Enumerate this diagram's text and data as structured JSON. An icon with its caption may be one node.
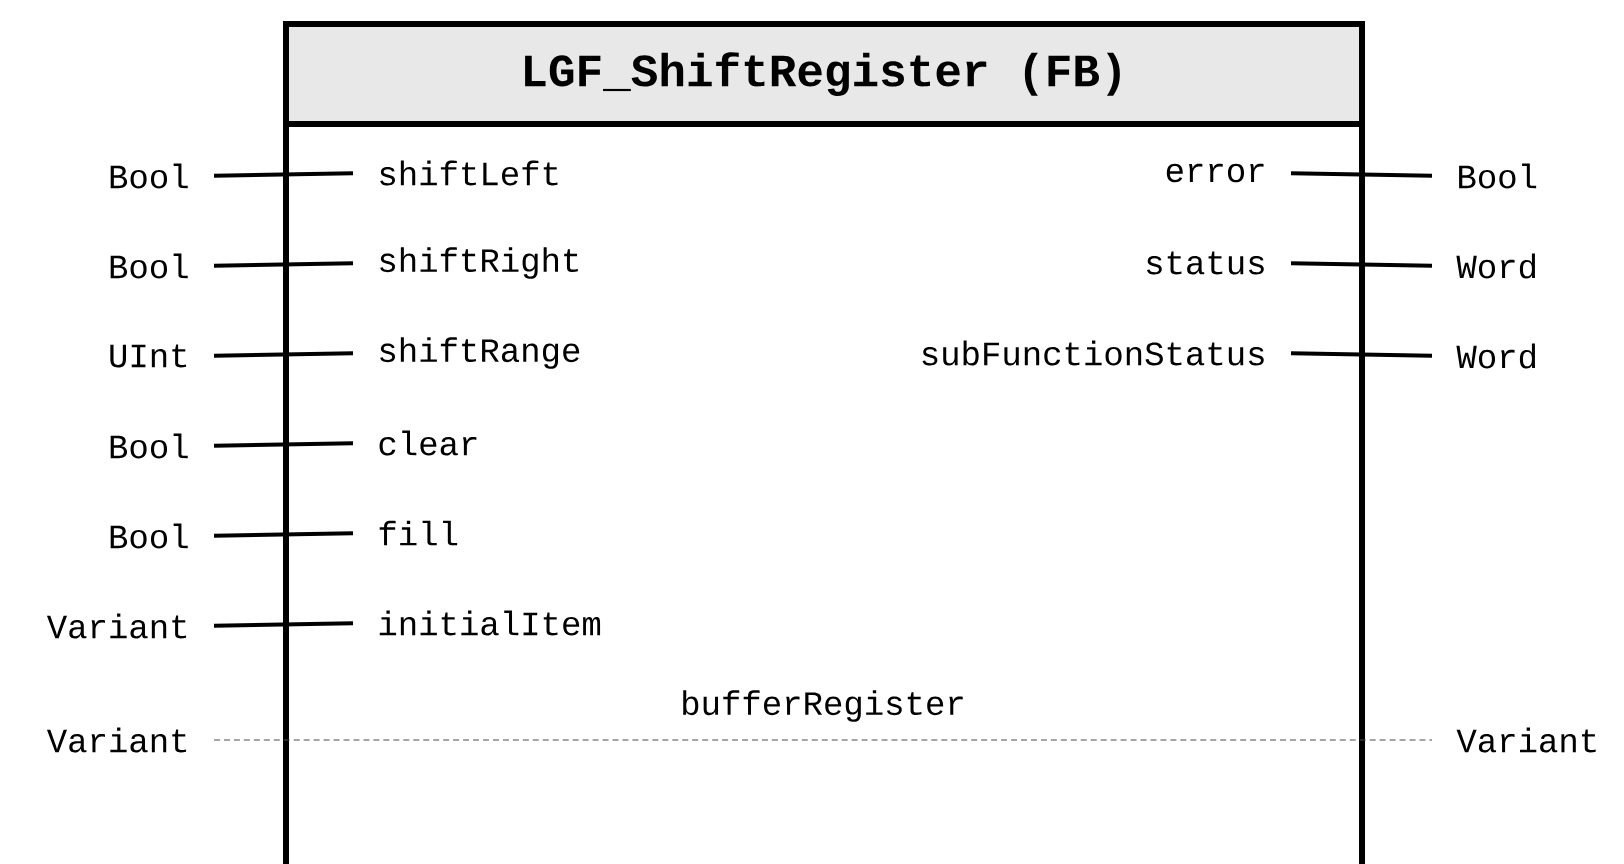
{
  "diagram": {
    "nodes": [
      {
        "text": [
          "LGF_ShiftRegister (FB)"
        ]
      },
      {
        "text": [
          "Bool"
        ]
      },
      {
        "text": [
          "Bool"
        ]
      },
      {
        "text": [
          "UInt"
        ]
      },
      {
        "text": [
          "Bool"
        ]
      },
      {
        "text": [
          "Bool"
        ]
      },
      {
        "text": [
          "Variant"
        ]
      },
      {
        "text": [
          "shiftLeft"
        ],
        "in": 0
      },
      {
        "text": [
          "shiftRight"
        ],
        "in": 0
      },
      {
        "text": [
          "shiftRange"
        ],
        "in": 0
      },
      {
        "text": [
          "clear"
        ],
        "in": 0
      },
      {
        "text": [
          "fill"
        ],
        "in": 0
      },
      {
        "text": [
          "initialItem"
        ],
        "in": 0
      },
      {
        "text": [
          "error"
        ],
        "in": 0
      },
      {
        "text": [
          "status"
        ],
        "in": 0
      },
      {
        "text": [
          "subFunctionStatus"
        ],
        "in": 0
      },
      {
        "text": [
          "Bool"
        ]
      },
      {
        "text": [
          "Word"
        ]
      },
      {
        "text": [
          "Word"
        ]
      },
      {
        "text": [
          "Variant"
        ]
      },
      {
        "text": [
          "Variant"
        ]
      }
    ],
    "edges": [
      {
        "from": 1,
        "to": 7,
        "arrow": "none"
      },
      {
        "from": 2,
        "to": 8,
        "arrow": "none"
      },
      {
        "from": 3,
        "to": 9,
        "arrow": "none"
      },
      {
        "from": 4,
        "to": 10,
        "arrow": "none"
      },
      {
        "from": 5,
        "to": 11,
        "arrow": "none"
      },
      {
        "from": 6,
        "to": 12,
        "arrow": "none"
      },
      {
        "from": 13,
        "to": 16,
        "arrow": "none"
      },
      {
        "from": 14,
        "to": 17,
        "arrow": "none"
      },
      {
        "from": 15,
        "to": 18,
        "arrow": "none"
      },
      {
        "from": 19,
        "to": 20,
        "arrow": "none",
        "label": "bufferRegister",
        "style": "dashed"
      }
    ]
  }
}
